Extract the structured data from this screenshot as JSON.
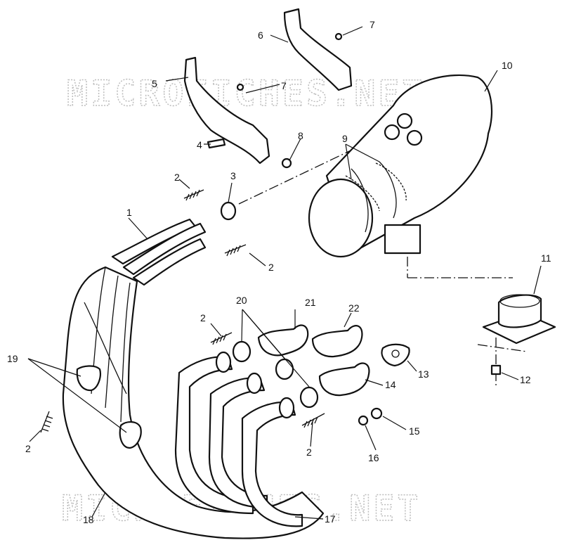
{
  "watermark": {
    "top": "MICROFICHES.NET",
    "bottom": "MICROFICHES.NET"
  },
  "labels": {
    "p1": "1",
    "p2a": "2",
    "p2b": "2",
    "p2c": "2",
    "p2d": "2",
    "p2e": "2",
    "p3": "3",
    "p4": "4",
    "p5": "5",
    "p6": "6",
    "p7a": "7",
    "p7b": "7",
    "p8": "8",
    "p9": "9",
    "p10": "10",
    "p11": "11",
    "p12": "12",
    "p13": "13",
    "p14": "14",
    "p15": "15",
    "p16": "16",
    "p17": "17",
    "p18": "18",
    "p19": "19",
    "p20": "20",
    "p21": "21",
    "p22": "22"
  }
}
